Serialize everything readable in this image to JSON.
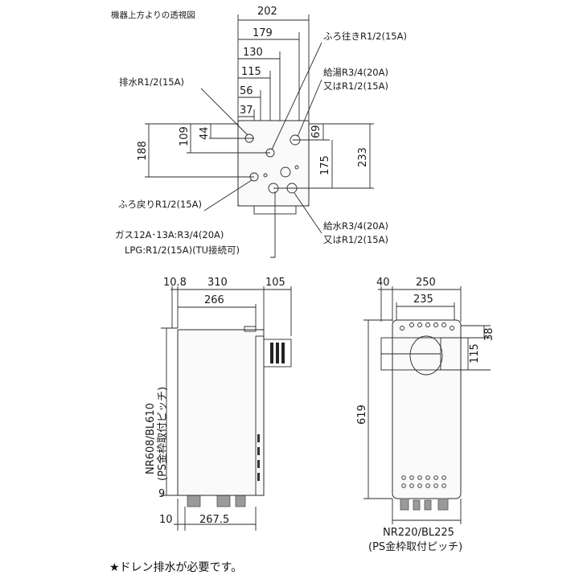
{
  "top_view": {
    "caption": "機器上方よりの透視図",
    "dims_horizontal": [
      "202",
      "179",
      "130",
      "115",
      "56",
      "37"
    ],
    "dims_vertical": [
      "188",
      "109",
      "44",
      "69",
      "175",
      "233"
    ],
    "labels": {
      "drain": "排水R1/2(15A)",
      "bath_out": "ふろ往きR1/2(15A)",
      "hot_water_1": "給湯R3/4(20A)",
      "hot_water_2": "又はR1/2(15A)",
      "bath_return": "ふろ戻りR1/2(15A)",
      "water_supply_1": "給水R3/4(20A)",
      "water_supply_2": "又はR1/2(15A)",
      "gas_1": "ガス12A･13A:R3/4(20A)",
      "gas_2": "LPG:R1/2(15A)(TU接続可)"
    }
  },
  "side_view": {
    "dims_top": [
      "10.8",
      "310",
      "105",
      "266"
    ],
    "vertical_label": "NR608/BL610",
    "vertical_label_2": "(PS金枠取付ピッチ)",
    "dim_9": "9",
    "dim_10": "10",
    "dim_bottom": "267.5"
  },
  "front_view": {
    "dims_top": [
      "40",
      "250",
      "235"
    ],
    "dims_right": [
      "38",
      "115"
    ],
    "dim_height": "619",
    "bottom_label_1": "NR220/BL225",
    "bottom_label_2": "(PS金枠取付ピッチ)"
  },
  "footer_note": "★ドレン排水が必要です。"
}
